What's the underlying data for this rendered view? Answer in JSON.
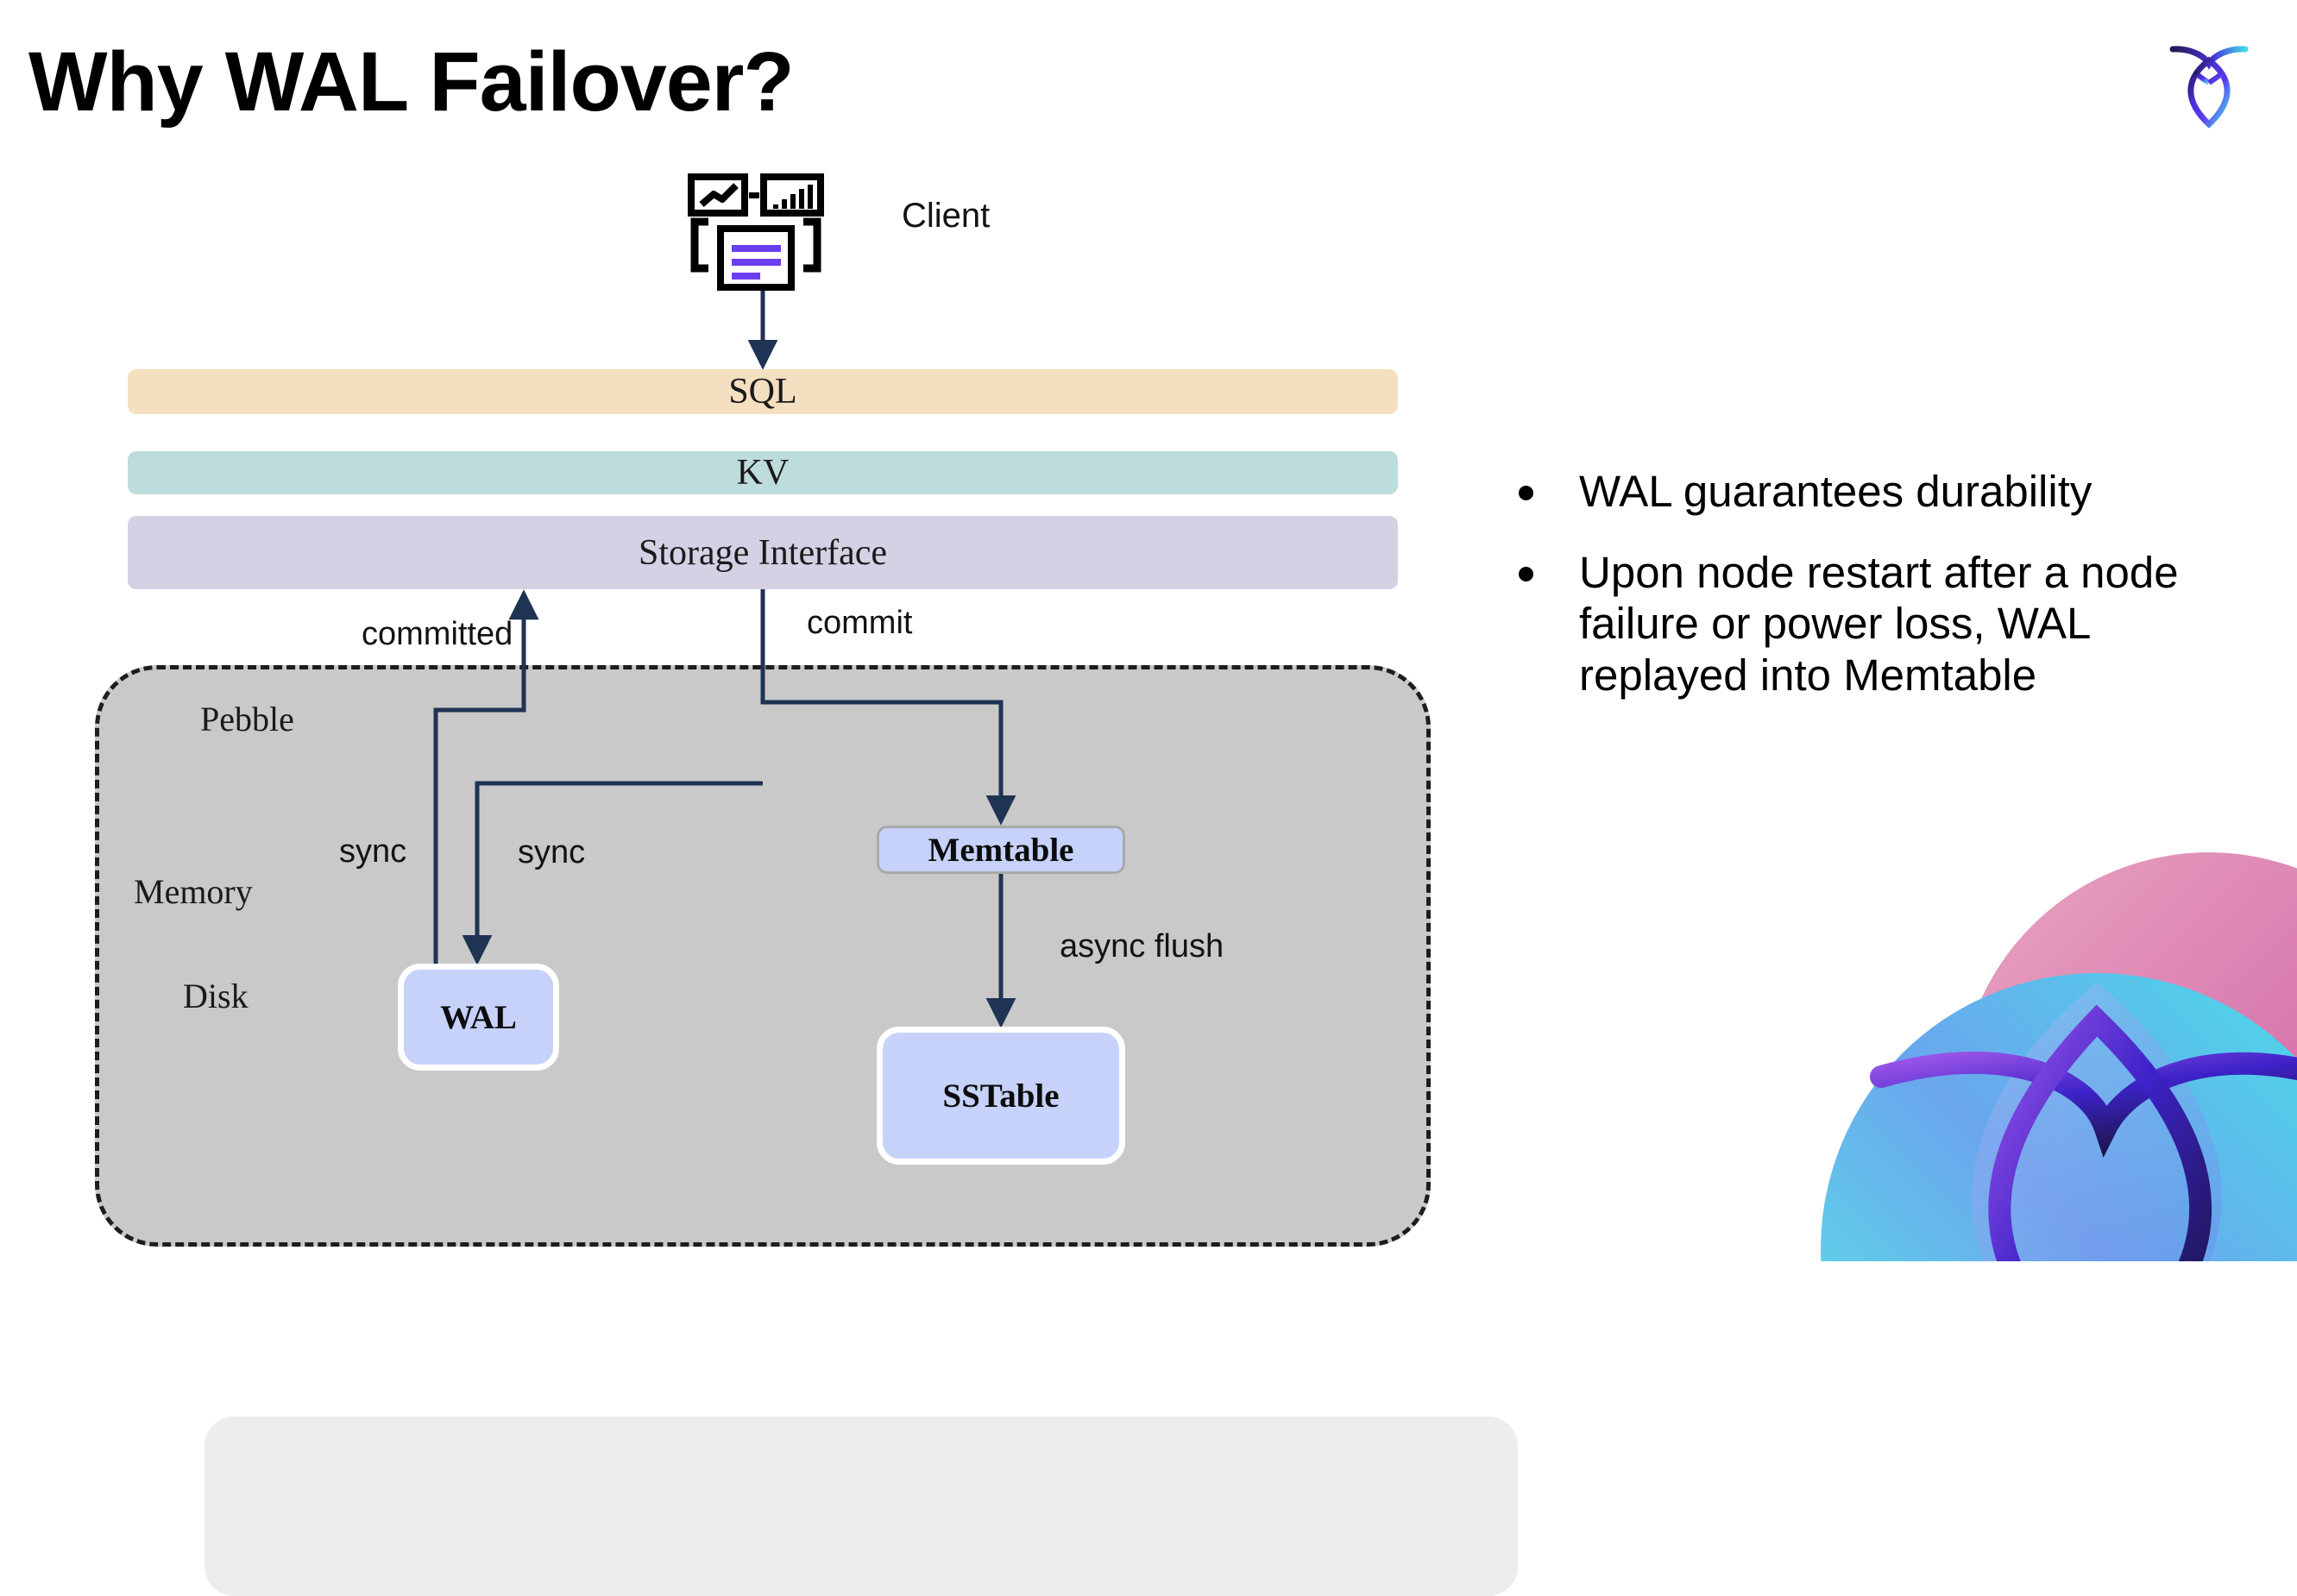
{
  "slide": {
    "title": "Why WAL Failover?",
    "brand_logo_icon": "cockroachdb-logo-icon",
    "decor_icon": "cockroachdb-watermark-icon"
  },
  "diagram": {
    "client": {
      "label": "Client",
      "icon": "client-dashboard-icon"
    },
    "layers": [
      {
        "name": "SQL",
        "color": "#f4dfc0"
      },
      {
        "name": "KV",
        "color": "#bddcdc"
      },
      {
        "name": "Storage Interface",
        "color": "#d6d0e4"
      }
    ],
    "container": {
      "label": "Pebble",
      "fill": "#c9c9c9",
      "regions": [
        {
          "label": "Memory",
          "fill": "#ededed"
        },
        {
          "label": "Disk",
          "fill": "#c9c9c9"
        }
      ]
    },
    "nodes": [
      {
        "id": "memtable",
        "label": "Memtable",
        "fill": "#c6d2fa"
      },
      {
        "id": "wal",
        "label": "WAL",
        "fill": "#c6d2fa"
      },
      {
        "id": "sstable",
        "label": "SSTable",
        "fill": "#c6d2fa"
      }
    ],
    "edges": [
      {
        "id": "committed",
        "label": "committed",
        "from": "wal",
        "to": "storage-interface"
      },
      {
        "id": "commit",
        "label": "commit",
        "from": "storage-interface",
        "to": "memtable"
      },
      {
        "id": "sync-1",
        "label": "sync",
        "from": "storage-interface",
        "to": "wal"
      },
      {
        "id": "sync-2",
        "label": "sync",
        "from": "storage-interface",
        "to": "wal"
      },
      {
        "id": "async-flush",
        "label": "async flush",
        "from": "memtable",
        "to": "sstable"
      }
    ],
    "arrow_color": "#1f3354"
  },
  "bullets": [
    "WAL guarantees durability",
    "Upon node restart after a node failure or power loss, WAL replayed into Memtable"
  ]
}
